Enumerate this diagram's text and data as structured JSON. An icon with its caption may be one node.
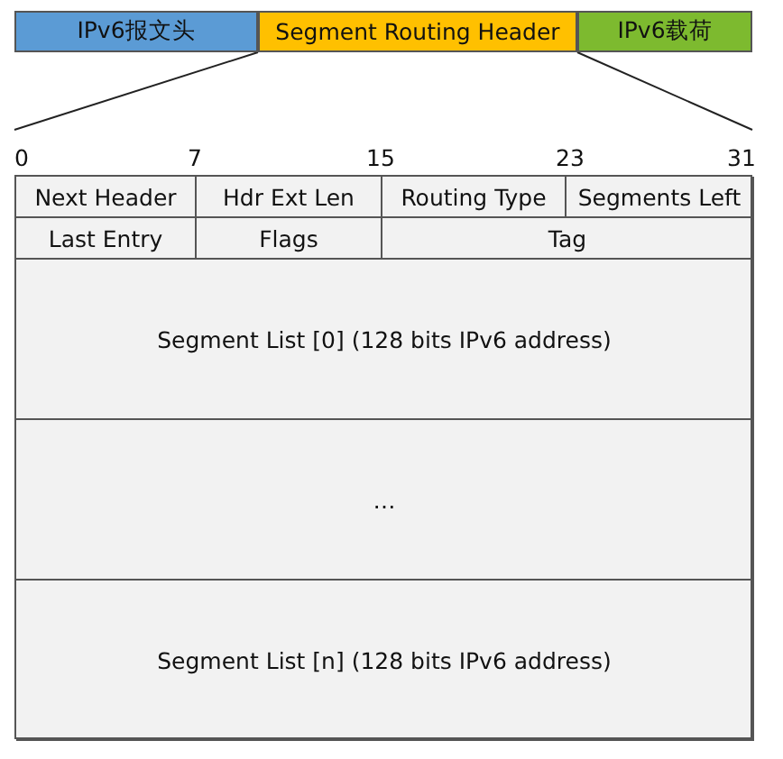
{
  "diagram": {
    "nodes": [
      {
        "text": [
          "IPv6报文头"
        ]
      },
      {
        "text": [
          "Segment Routing Header"
        ]
      },
      {
        "text": [
          "IPv6载荷"
        ]
      },
      {
        "text": [],
        "shape": "box"
      },
      {
        "text": [
          "Next Header"
        ],
        "in": 3
      },
      {
        "text": [
          "Hdr Ext Len"
        ],
        "in": 3
      },
      {
        "text": [
          "Routing Type"
        ],
        "in": 3
      },
      {
        "text": [
          "Segments Left"
        ],
        "in": 3
      },
      {
        "text": [
          "Last Entry"
        ],
        "in": 3
      },
      {
        "text": [
          "Flags"
        ],
        "in": 3
      },
      {
        "text": [
          "Tag"
        ],
        "in": 3
      },
      {
        "text": [
          "Segment List [0] (128 bits IPv6 address)"
        ],
        "in": 3
      },
      {
        "text": [
          "…"
        ],
        "in": 3
      },
      {
        "text": [
          "Segment List [n] (128 bits IPv6 address)"
        ],
        "in": 3
      }
    ],
    "edges": [
      {
        "from": 1,
        "to": 3,
        "arrow": "none"
      },
      {
        "from": 1,
        "to": 3,
        "arrow": "none"
      }
    ],
    "labels": [
      "0",
      "7",
      "15",
      "23",
      "31"
    ]
  }
}
